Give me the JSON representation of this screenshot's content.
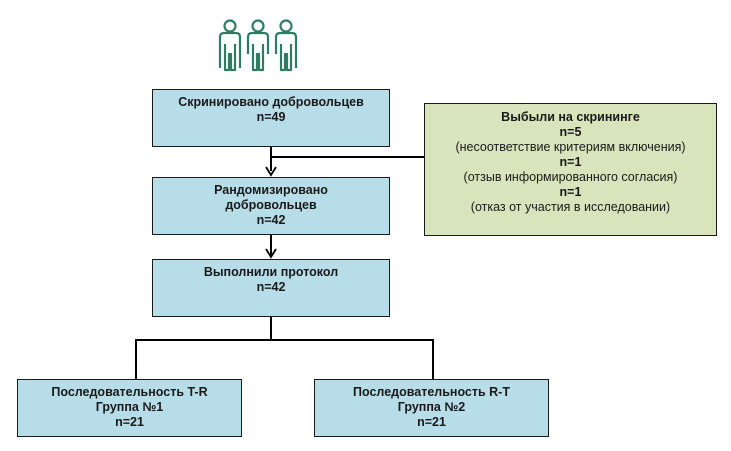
{
  "icon": "people-group-icon",
  "colors": {
    "main_box": "#b7dde8",
    "dropout_box": "#d8e4bc",
    "icon_stroke": "#2e7d62",
    "line": "#000000"
  },
  "screened": {
    "title": "Скринировано добровольцев",
    "n": "n=49"
  },
  "dropped": {
    "title": "Выбыли на скрининге",
    "reasons": [
      {
        "n": "n=5",
        "text": "(несоответствие критериям включения)"
      },
      {
        "n": "n=1",
        "text": "(отзыв информированного согласия)"
      },
      {
        "n": "n=1",
        "text": "(отказ от участия в исследовании)"
      }
    ]
  },
  "randomized": {
    "title_line1": "Рандомизировано",
    "title_line2": "добровольцев",
    "n": "n=42"
  },
  "completed": {
    "title": "Выполнили протокол",
    "n": "n=42"
  },
  "groups": [
    {
      "sequence": "Последовательность T-R",
      "group": "Группа  №1",
      "n": "n=21"
    },
    {
      "sequence": "Последовательность R-T",
      "group": "Группа  №2",
      "n": "n=21"
    }
  ]
}
